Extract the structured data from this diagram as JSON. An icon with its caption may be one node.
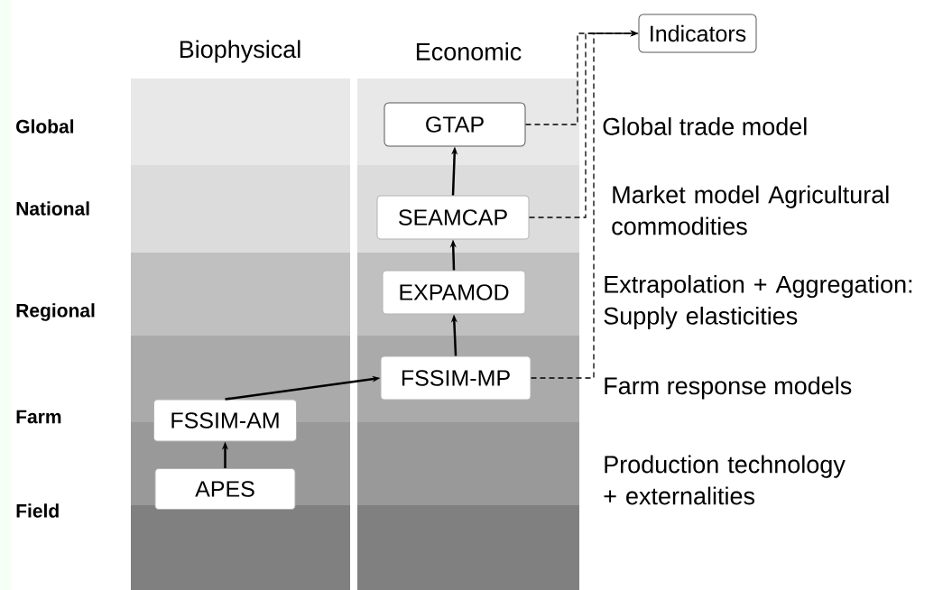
{
  "diagram": {
    "nodes": [
      {
        "text": [
          "Biophysical"
        ]
      },
      {
        "text": [
          "Economic"
        ]
      },
      {
        "text": [
          "Indicators"
        ]
      },
      {
        "text": [
          "GTAP"
        ],
        "in": 1
      },
      {
        "text": [
          "SEAMCAP"
        ],
        "in": 1
      },
      {
        "text": [
          "EXPAMOD"
        ],
        "in": 1
      },
      {
        "text": [
          "FSSIM-MP"
        ],
        "in": 1
      },
      {
        "text": [
          "FSSIM-AM"
        ],
        "in": 0
      },
      {
        "text": [
          "APES"
        ],
        "in": 0
      }
    ],
    "edges": [
      {
        "from": 8,
        "to": 7,
        "arrow": "to"
      },
      {
        "from": 7,
        "to": 6,
        "arrow": "to"
      },
      {
        "from": 6,
        "to": 5,
        "arrow": "to"
      },
      {
        "from": 5,
        "to": 4,
        "arrow": "to"
      },
      {
        "from": 4,
        "to": 3,
        "arrow": "to"
      },
      {
        "from": 3,
        "to": 2,
        "arrow": "to",
        "style": "dashed"
      },
      {
        "from": 4,
        "to": 2,
        "arrow": "to",
        "style": "dashed"
      },
      {
        "from": 6,
        "to": 2,
        "arrow": "to",
        "style": "dashed"
      }
    ],
    "labels": [
      "Global",
      "Global trade model",
      "National",
      "Market model Agricultural commodities",
      "Extrapolation + Aggregation: Supply elasticities",
      "Regional",
      "Farm response models",
      "Farm",
      "Production technology + externalities",
      "Field"
    ]
  }
}
